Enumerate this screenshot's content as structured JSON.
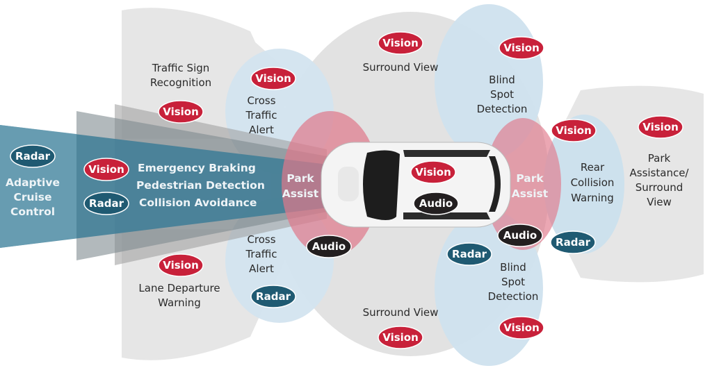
{
  "colors": {
    "vision": "#c8213a",
    "radar": "#1f5a72",
    "audio": "#231f20",
    "gray_zone": "#e4e4e4",
    "blue_zone": "#cfe2ee",
    "pink_zone": "#e59aa7",
    "beam": "#3f7f99"
  },
  "badges": [
    "Vision",
    "Vision",
    "Vision",
    "Vision",
    "Radar",
    "Vision",
    "Radar",
    "Vision",
    "Audio",
    "Vision",
    "Vision",
    "Audio",
    "Audio",
    "Radar",
    "Radar",
    "Vision",
    "Radar",
    "Vision",
    "Vision"
  ],
  "badge_types": [
    "vision",
    "vision",
    "vision",
    "vision",
    "radar",
    "vision",
    "radar",
    "vision",
    "audio",
    "vision",
    "vision",
    "audio",
    "audio",
    "radar",
    "radar",
    "vision",
    "radar",
    "vision",
    "vision"
  ],
  "labels": {
    "surround_view_top": "Surround View",
    "surround_view_bottom": "Surround View",
    "traffic_sign": [
      "Traffic Sign",
      "Recognition"
    ],
    "cross_traffic_top": [
      "Cross",
      "Traffic",
      "Alert"
    ],
    "cross_traffic_bottom": [
      "Cross",
      "Traffic",
      "Alert"
    ],
    "blind_spot_top": [
      "Blind",
      "Spot",
      "Detection"
    ],
    "blind_spot_bottom": [
      "Blind",
      "Spot",
      "Detection"
    ],
    "adaptive_cruise": [
      "Adaptive",
      "Cruise",
      "Control"
    ],
    "emergency": [
      "Emergency Braking",
      "Pedestrian Detection",
      "Collision Avoidance"
    ],
    "park_assist_front": [
      "Park",
      "Assist"
    ],
    "park_assist_rear": [
      "Park",
      "Assist"
    ],
    "rear_collision": [
      "Rear",
      "Collision",
      "Warning"
    ],
    "park_assistance": [
      "Park",
      "Assistance/",
      "Surround",
      "View"
    ],
    "lane_departure": [
      "Lane Departure",
      "Warning"
    ]
  }
}
